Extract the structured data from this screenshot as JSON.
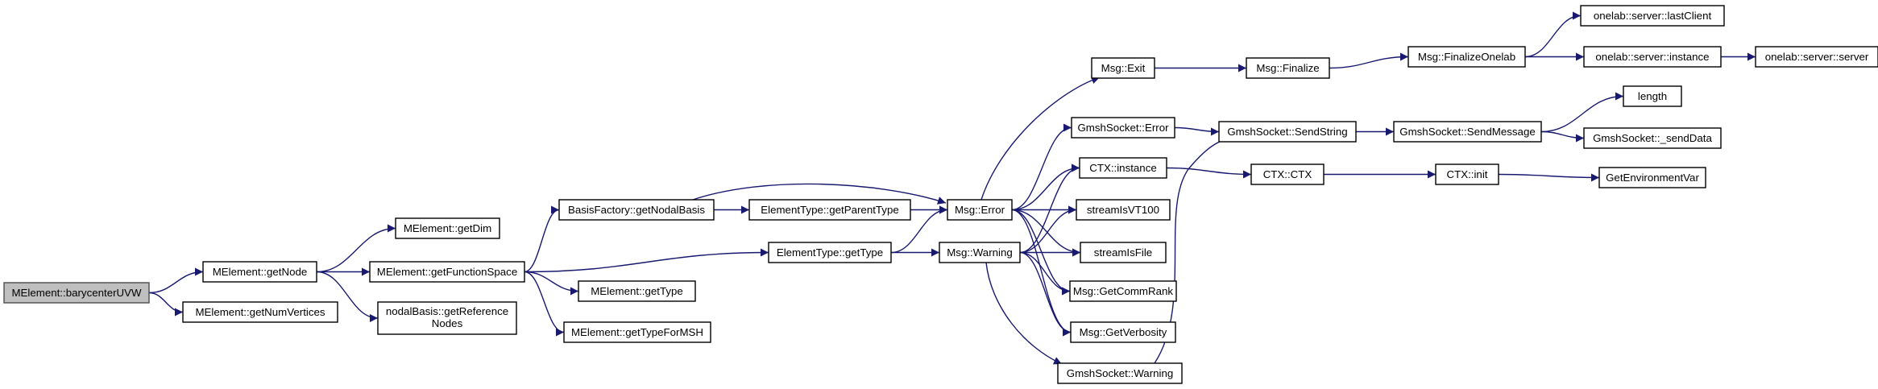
{
  "graph": {
    "edge_color": "#191970",
    "root_fill": "#bfbfbf",
    "nodes": [
      {
        "id": "barycenterUVW",
        "label": "MElement::barycenterUVW",
        "root": true
      },
      {
        "id": "getNode",
        "label": "MElement::getNode"
      },
      {
        "id": "getNumVertices",
        "label": "MElement::getNumVertices"
      },
      {
        "id": "getDim",
        "label": "MElement::getDim"
      },
      {
        "id": "getFunctionSpace",
        "label": "MElement::getFunctionSpace"
      },
      {
        "id": "getReferenceNodes",
        "label": "nodalBasis::getReference Nodes"
      },
      {
        "id": "getNodalBasis",
        "label": "BasisFactory::getNodalBasis"
      },
      {
        "id": "etGetType",
        "label": "ElementType::getType"
      },
      {
        "id": "meGetType",
        "label": "MElement::getType"
      },
      {
        "id": "getTypeForMSH",
        "label": "MElement::getTypeForMSH"
      },
      {
        "id": "getParentType",
        "label": "ElementType::getParentType"
      },
      {
        "id": "msgError",
        "label": "Msg::Error"
      },
      {
        "id": "msgWarning",
        "label": "Msg::Warning"
      },
      {
        "id": "msgExit",
        "label": "Msg::Exit"
      },
      {
        "id": "gsError",
        "label": "GmshSocket::Error"
      },
      {
        "id": "ctxInstance",
        "label": "CTX::instance"
      },
      {
        "id": "streamVT100",
        "label": "streamIsVT100"
      },
      {
        "id": "streamFile",
        "label": "streamIsFile"
      },
      {
        "id": "getCommRank",
        "label": "Msg::GetCommRank"
      },
      {
        "id": "getVerbosity",
        "label": "Msg::GetVerbosity"
      },
      {
        "id": "gsWarning",
        "label": "GmshSocket::Warning"
      },
      {
        "id": "msgFinalize",
        "label": "Msg::Finalize"
      },
      {
        "id": "sendString",
        "label": "GmshSocket::SendString"
      },
      {
        "id": "ctxCtx",
        "label": "CTX::CTX"
      },
      {
        "id": "finalizeOnelab",
        "label": "Msg::FinalizeOnelab"
      },
      {
        "id": "sendMessage",
        "label": "GmshSocket::SendMessage"
      },
      {
        "id": "ctxInit",
        "label": "CTX::init"
      },
      {
        "id": "lastClient",
        "label": "onelab::server::lastClient"
      },
      {
        "id": "serverInstance",
        "label": "onelab::server::instance"
      },
      {
        "id": "length",
        "label": "length"
      },
      {
        "id": "sendData",
        "label": "GmshSocket::_sendData"
      },
      {
        "id": "getEnvVar",
        "label": "GetEnvironmentVar"
      },
      {
        "id": "serverServer",
        "label": "onelab::server::server"
      }
    ],
    "edges": [
      [
        "barycenterUVW",
        "getNode"
      ],
      [
        "barycenterUVW",
        "getNumVertices"
      ],
      [
        "getNode",
        "getDim"
      ],
      [
        "getNode",
        "getFunctionSpace"
      ],
      [
        "getNode",
        "getReferenceNodes"
      ],
      [
        "getFunctionSpace",
        "getNodalBasis"
      ],
      [
        "getFunctionSpace",
        "etGetType"
      ],
      [
        "getFunctionSpace",
        "meGetType"
      ],
      [
        "getFunctionSpace",
        "getTypeForMSH"
      ],
      [
        "getNodalBasis",
        "getParentType"
      ],
      [
        "getNodalBasis",
        "msgError"
      ],
      [
        "getParentType",
        "msgError"
      ],
      [
        "etGetType",
        "msgError"
      ],
      [
        "etGetType",
        "msgWarning"
      ],
      [
        "msgError",
        "msgExit"
      ],
      [
        "msgError",
        "gsError"
      ],
      [
        "msgError",
        "ctxInstance"
      ],
      [
        "msgError",
        "streamVT100"
      ],
      [
        "msgError",
        "streamFile"
      ],
      [
        "msgError",
        "getCommRank"
      ],
      [
        "msgError",
        "getVerbosity"
      ],
      [
        "msgWarning",
        "ctxInstance"
      ],
      [
        "msgWarning",
        "streamVT100"
      ],
      [
        "msgWarning",
        "streamFile"
      ],
      [
        "msgWarning",
        "getCommRank"
      ],
      [
        "msgWarning",
        "getVerbosity"
      ],
      [
        "msgWarning",
        "gsWarning"
      ],
      [
        "msgExit",
        "msgFinalize"
      ],
      [
        "msgFinalize",
        "finalizeOnelab"
      ],
      [
        "finalizeOnelab",
        "lastClient"
      ],
      [
        "finalizeOnelab",
        "serverInstance"
      ],
      [
        "serverInstance",
        "serverServer"
      ],
      [
        "gsError",
        "sendString"
      ],
      [
        "gsWarning",
        "sendString"
      ],
      [
        "sendString",
        "sendMessage"
      ],
      [
        "sendMessage",
        "length"
      ],
      [
        "sendMessage",
        "sendData"
      ],
      [
        "ctxInstance",
        "ctxCtx"
      ],
      [
        "ctxCtx",
        "ctxInit"
      ],
      [
        "ctxInit",
        "getEnvVar"
      ]
    ]
  }
}
